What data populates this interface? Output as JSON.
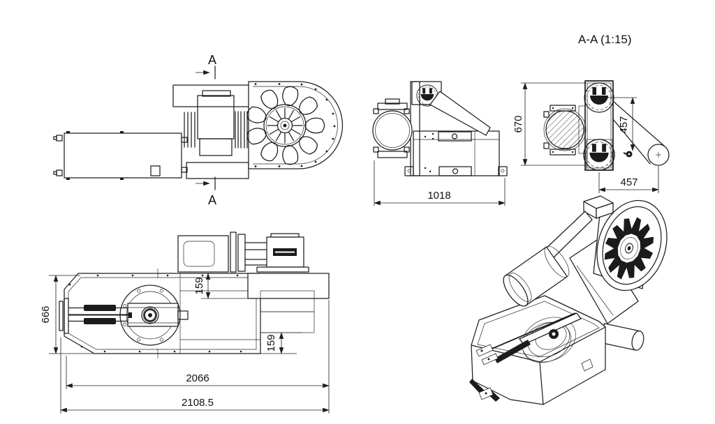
{
  "drawing": {
    "type": "mechanical engineering drawing, multi-view",
    "background_color": "#ffffff",
    "line_color": "#1d1d1d",
    "views": {
      "side_view": {
        "description": "top-left plan/side view with impeller housing and section cut marks",
        "section_label": "A"
      },
      "front_view": {
        "description": "top-middle front elevation",
        "width_dim": "1018"
      },
      "section_view": {
        "title": "A-A (1:15)",
        "height_dim": "670",
        "pulley_vertical_dim": "457",
        "pulley_horizontal_dim": "457"
      },
      "top_view": {
        "description": "bottom-left top view with motor and drive train",
        "depth_dim": "666",
        "motor_offset_dim": "159",
        "side_offset_dim": "159",
        "inner_length_dim": "2066",
        "overall_length_dim": "2108.5"
      },
      "isometric_view": {
        "description": "bottom-right isometric projection of complete machine"
      }
    }
  }
}
